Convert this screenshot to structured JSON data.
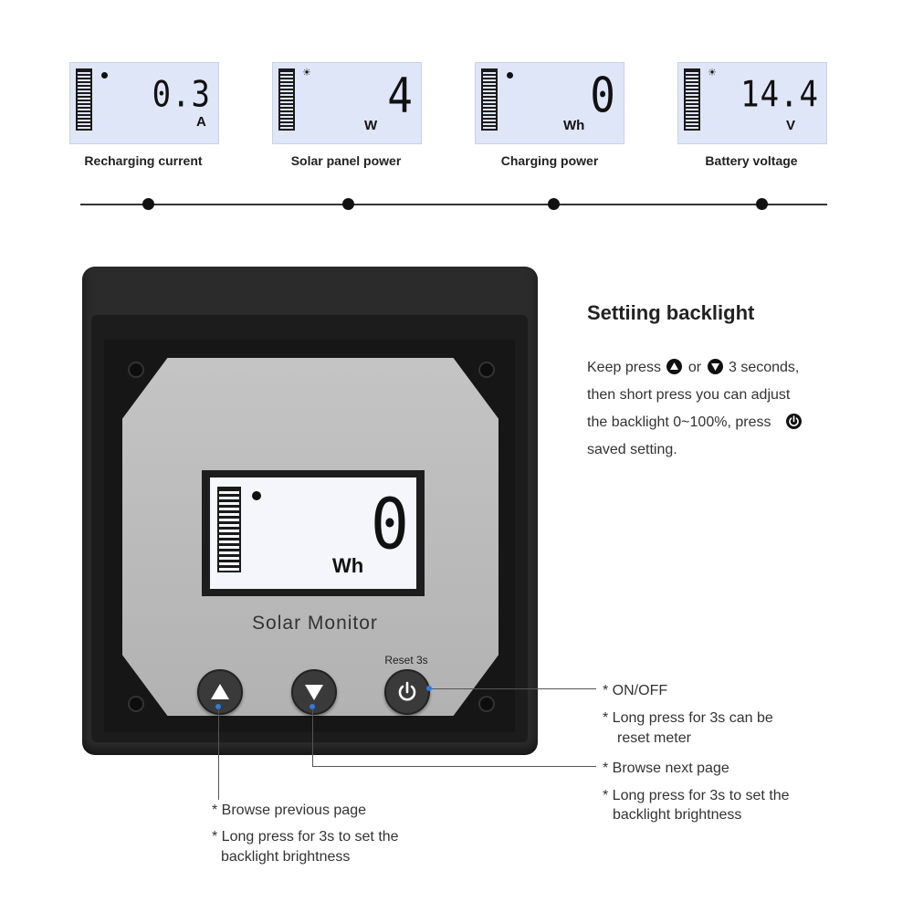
{
  "tiles": [
    {
      "label": "Recharging current",
      "value": "0.3",
      "unit": "A",
      "indicator": "dot"
    },
    {
      "label": "Solar panel power",
      "value": "4",
      "unit": "W",
      "indicator": "sun"
    },
    {
      "label": "Charging power",
      "value": "0",
      "unit": "Wh",
      "indicator": "dot"
    },
    {
      "label": "Battery voltage",
      "value": "14.4",
      "unit": "V",
      "indicator": "sun"
    }
  ],
  "device": {
    "lcd_value": "0",
    "lcd_unit": "Wh",
    "brand": "Solar Monitor",
    "reset_label": "Reset 3s",
    "buttons": [
      "triangle-up-icon",
      "triangle-down-icon",
      "power-icon"
    ]
  },
  "callouts": {
    "power": [
      "* ON/OFF",
      "* Long press for 3s can be",
      "reset meter"
    ],
    "down": [
      "* Browse next page",
      "* Long press for 3s to set the",
      "backlight brightness"
    ],
    "up": [
      "* Browse previous page",
      "* Long press for 3s to set the",
      "backlight brightness"
    ]
  },
  "backlight": {
    "title": "Settiing backlight",
    "text_1": "Keep press",
    "text_2": "or",
    "text_3": "3 seconds,",
    "text_4": "then short press you can adjust",
    "text_5": "the backlight 0~100%, press",
    "text_6": "saved setting."
  },
  "colors": {
    "accent_dot": "#2a7de1",
    "lcd_bg": "#dfe6f8",
    "device_body": "#2b2b2b"
  }
}
